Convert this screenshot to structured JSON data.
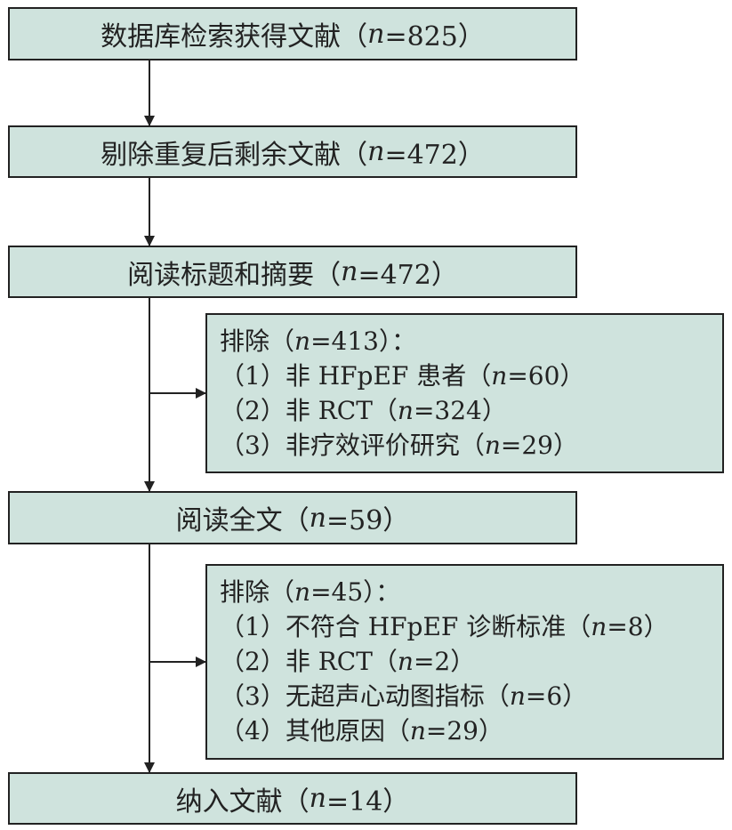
{
  "boxes": {
    "search": {
      "label": "数据库检索获得文献（",
      "n": "n",
      "value": "=825）"
    },
    "dedup": {
      "label": "剔除重复后剩余文献（",
      "n": "n",
      "value": "=472）"
    },
    "screen": {
      "label": "阅读标题和摘要（",
      "n": "n",
      "value": "=472）"
    },
    "fulltext": {
      "label": "阅读全文（",
      "n": "n",
      "value": "=59）"
    },
    "included": {
      "label": "纳入文献（",
      "n": "n",
      "value": "=14）"
    }
  },
  "exclusion1": {
    "title": {
      "label": "排除（",
      "n": "n",
      "value": "=413）："
    },
    "items": [
      {
        "label": "（1）非 HFpEF 患者（",
        "n": "n",
        "value": "=60）"
      },
      {
        "label": "（2）非 RCT（",
        "n": "n",
        "value": "=324）"
      },
      {
        "label": "（3）非疗效评价研究（",
        "n": "n",
        "value": "=29）"
      }
    ]
  },
  "exclusion2": {
    "title": {
      "label": "排除（",
      "n": "n",
      "value": "=45）："
    },
    "items": [
      {
        "label": "（1）不符合 HFpEF 诊断标准（",
        "n": "n",
        "value": "=8）"
      },
      {
        "label": "（2）非 RCT（",
        "n": "n",
        "value": "=2）"
      },
      {
        "label": "（3）无超声心动图指标（",
        "n": "n",
        "value": "=6）"
      },
      {
        "label": "（4）其他原因（",
        "n": "n",
        "value": "=29）"
      }
    ]
  },
  "colors": {
    "box_fill": "#cfe3dd",
    "stroke": "#222222"
  }
}
